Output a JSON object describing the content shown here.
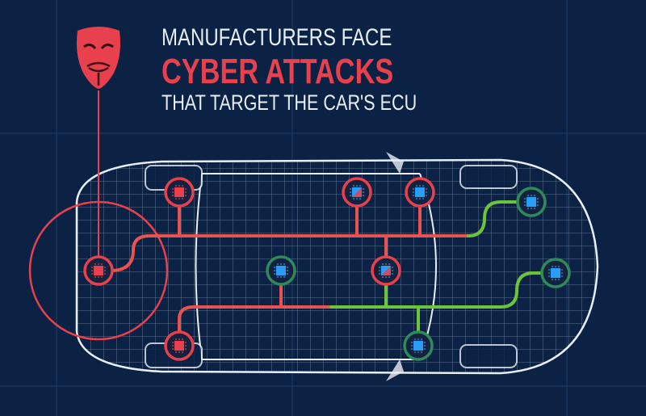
{
  "headline": {
    "line1": "MANUFACTURERS FACE",
    "line2": "CYBER ATTACKS",
    "line3": "THAT TARGET THE CAR'S ECU"
  },
  "icons": {
    "hacker": "guy-fawkes-mask-icon",
    "ecu": "microchip-icon"
  },
  "colors": {
    "background": "#0b2244",
    "compromised": "#e8404c",
    "secure": "#2e8a5a",
    "network_safe": "#6cc43a",
    "chip": "#2a9df4"
  }
}
